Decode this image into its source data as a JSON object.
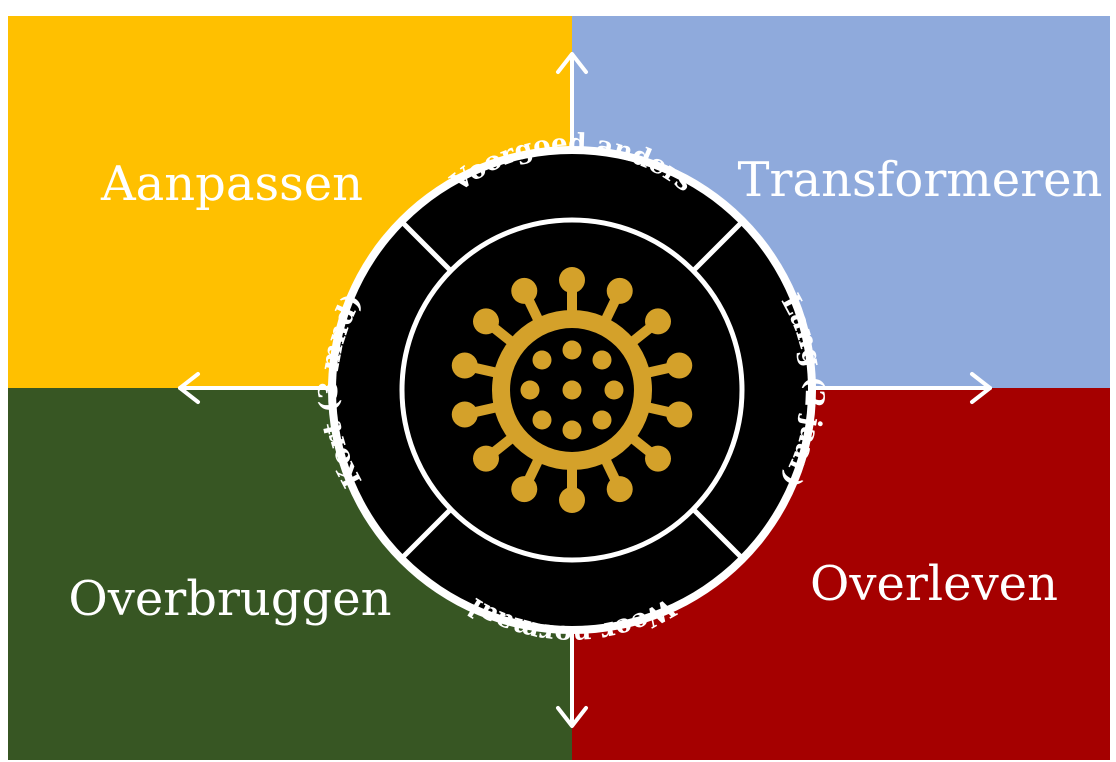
{
  "quadrants": {
    "top_left": {
      "label": "Aanpassen",
      "color": "#FFC000"
    },
    "top_right": {
      "label": "Transformeren",
      "color": "#8FAADC"
    },
    "bottom_left": {
      "label": "Overbruggen",
      "color": "#375623"
    },
    "bottom_right": {
      "label": "Overleven",
      "color": "#A50000"
    }
  },
  "ring": {
    "top": "Voorgoed anders",
    "right": "Lang (2 jaar)",
    "bottom": "Weer normaal",
    "left": "Kort (3 mnd)"
  },
  "center_icon": {
    "name": "coronavirus-icon",
    "color": "#D4A12A"
  },
  "arrows": [
    "up",
    "right",
    "down",
    "left"
  ]
}
